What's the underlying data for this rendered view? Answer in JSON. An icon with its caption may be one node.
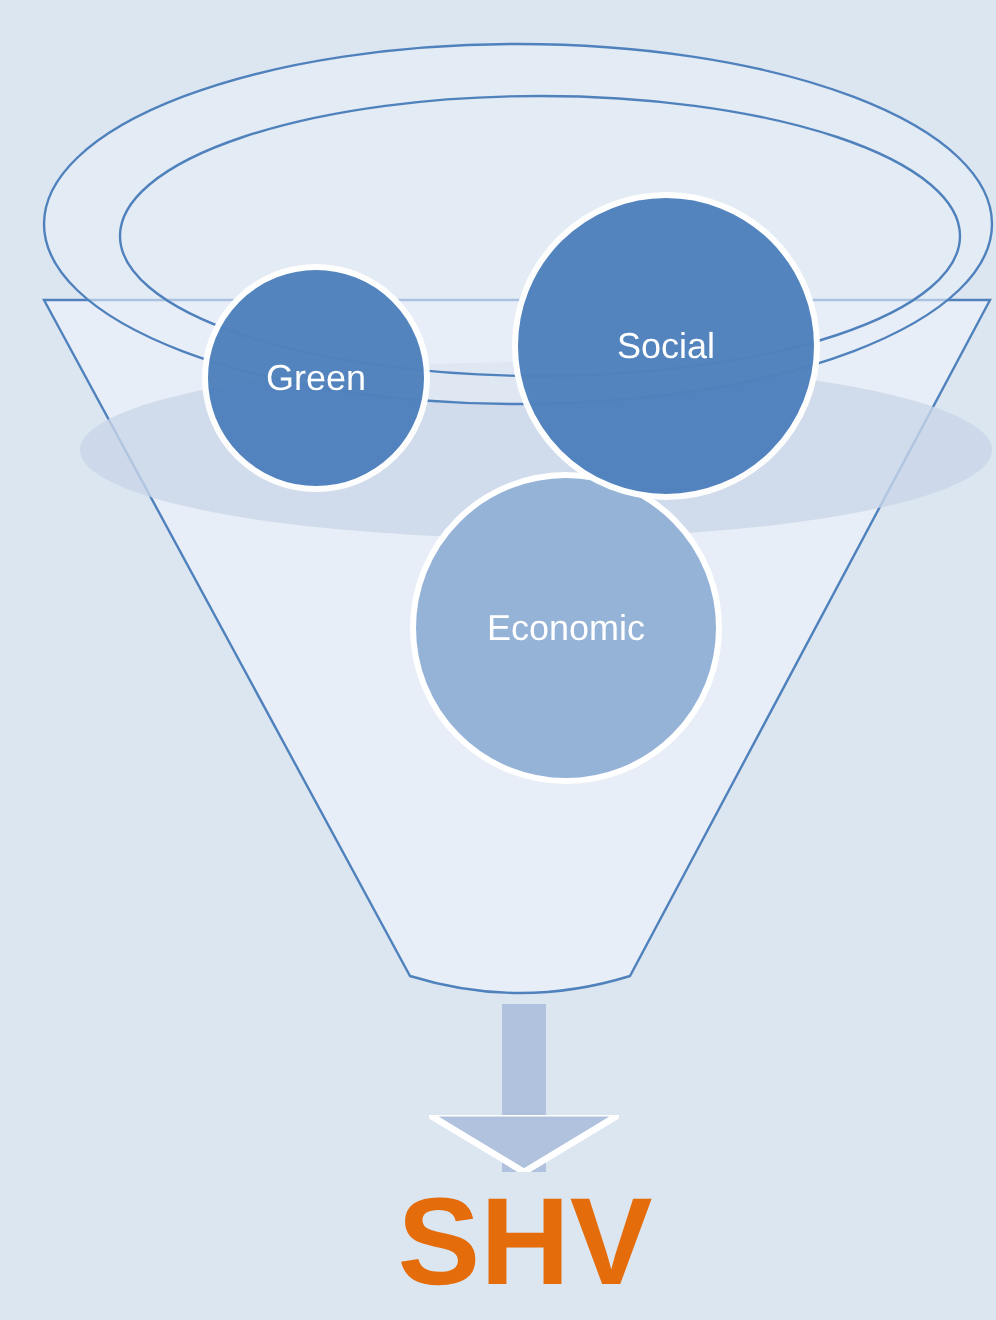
{
  "diagram": {
    "nodes": [
      {
        "text": [],
        "shape": "funnel"
      },
      {
        "text": [
          "Green"
        ]
      },
      {
        "text": [
          "Social"
        ]
      },
      {
        "text": [
          "Economic"
        ],
        "in": 0
      },
      {
        "text": [
          "SHV"
        ]
      }
    ],
    "edges": [
      {
        "from": 0,
        "to": 4,
        "arrow": "to"
      }
    ]
  }
}
